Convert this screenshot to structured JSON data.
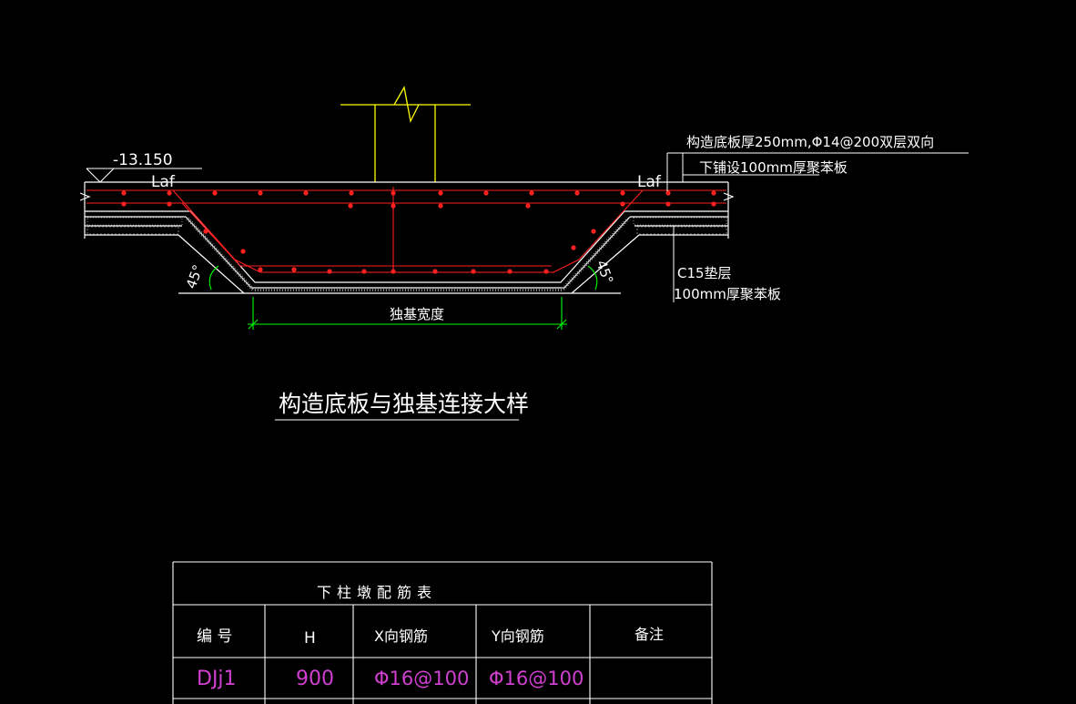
{
  "drawing": {
    "elevation_label": "-13.150",
    "laf_left": "Laf",
    "laf_right": "Laf",
    "note_line1": "构造底板厚250mm,Φ14@200双层双向",
    "note_line2": "下铺设100mm厚聚苯板",
    "cushion_line1": "C15垫层",
    "cushion_line2": "100mm厚聚苯板",
    "angle_left": "45°",
    "angle_right": "45°",
    "width_label": "独基宽度",
    "title": "构造底板与独基连接大样"
  },
  "table": {
    "title": "下柱墩配筋表",
    "headers": [
      "编 号",
      "H",
      "X向钢筋",
      "Y向钢筋",
      "备注"
    ],
    "rows": [
      [
        "DJj1",
        "900",
        "Φ16@100",
        "Φ16@100",
        ""
      ]
    ]
  },
  "colors": {
    "background": "#000000",
    "concrete": "#ffffff",
    "rebar": "#ff2020",
    "column": "#ffff00",
    "dimension": "#00ff00",
    "table_data": "#d040d0",
    "text": "#ffffff"
  }
}
